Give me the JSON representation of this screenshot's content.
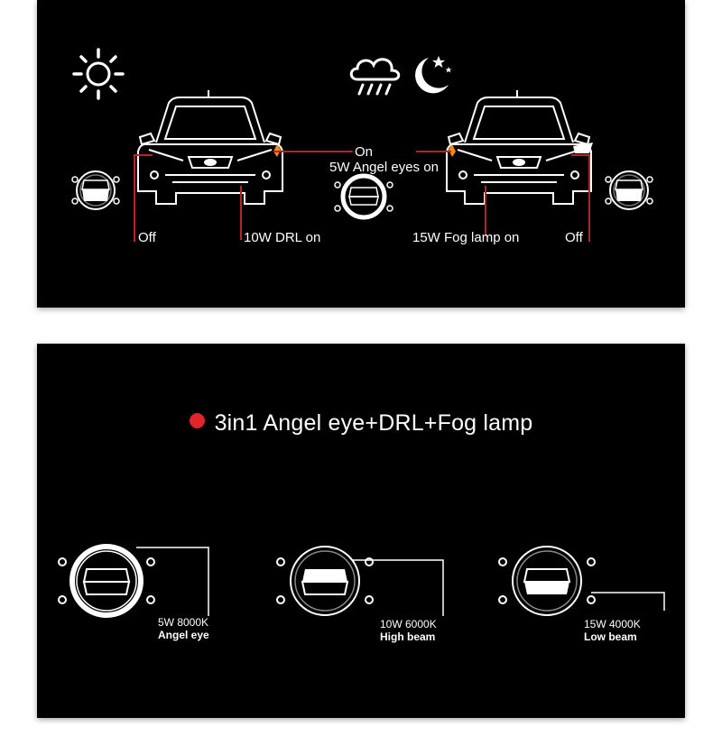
{
  "top_panel": {
    "labels": {
      "left_off": "Off",
      "drl": "10W DRL on",
      "angel_on": "On",
      "angel_eyes": "5W Angel eyes on",
      "fog": "15W Fog lamp on",
      "right_off": "Off"
    },
    "icons": [
      "sun-icon",
      "rain-cloud-icon",
      "moon-stars-icon",
      "car-front-icon",
      "fog-lamp-icon"
    ]
  },
  "bottom_panel": {
    "title": "3in1 Angel eye+DRL+Fog lamp",
    "specs": [
      {
        "power": "5W 8000K",
        "name": "Angel eye"
      },
      {
        "power": "10W 6000K",
        "name": "High beam"
      },
      {
        "power": "15W 4000K",
        "name": "Low beam"
      }
    ]
  },
  "colors": {
    "background": "#000000",
    "accent_red": "#e0252c",
    "amber": "#f28a1a",
    "leader_line": "#b8232a"
  }
}
